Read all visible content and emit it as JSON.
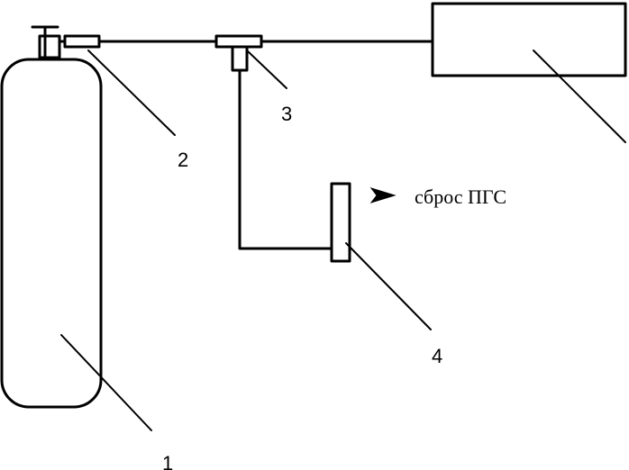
{
  "labels": {
    "cylinder": "1",
    "valve": "2",
    "tee": "3",
    "flow_meter": "4"
  },
  "vent_text": "сброс ПГС",
  "colors": {
    "line": "#000000",
    "background": "#ffffff"
  }
}
